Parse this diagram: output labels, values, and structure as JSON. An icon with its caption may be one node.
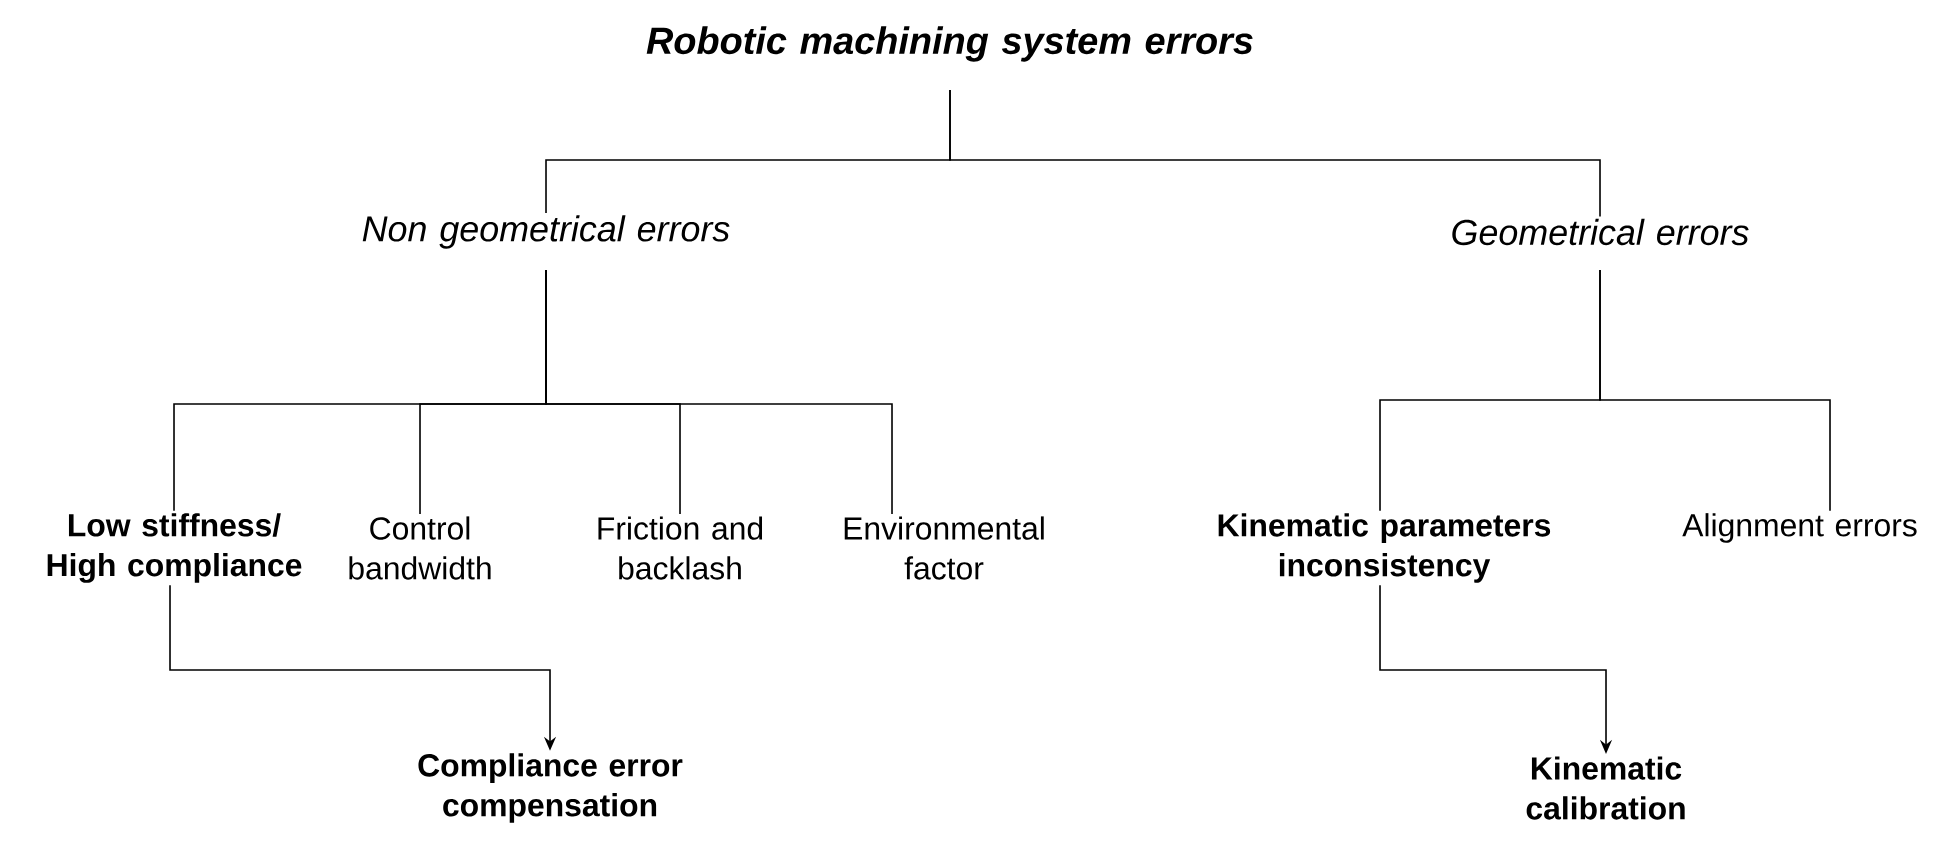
{
  "diagram": {
    "nodes": [
      {
        "text": [
          "Robotic machining system errors"
        ]
      },
      {
        "text": [
          "Non geometrical errors"
        ]
      },
      {
        "text": [
          "Geometrical errors"
        ]
      },
      {
        "text": [
          "Low stiffness/ High compliance"
        ]
      },
      {
        "text": [
          "Control bandwidth"
        ]
      },
      {
        "text": [
          "Friction and backlash"
        ]
      },
      {
        "text": [
          "Environmental factor"
        ]
      },
      {
        "text": [
          "Kinematic parameters inconsistency"
        ]
      },
      {
        "text": [
          "Alignment errors"
        ]
      },
      {
        "text": [
          "Compliance error compensation"
        ]
      },
      {
        "text": [
          "Kinematic calibration"
        ]
      }
    ],
    "edges": [
      {
        "from": 0,
        "to": 1,
        "arrow": "none"
      },
      {
        "from": 0,
        "to": 2,
        "arrow": "none"
      },
      {
        "from": 1,
        "to": 3,
        "arrow": "none"
      },
      {
        "from": 1,
        "to": 4,
        "arrow": "none"
      },
      {
        "from": 1,
        "to": 5,
        "arrow": "none"
      },
      {
        "from": 1,
        "to": 6,
        "arrow": "none"
      },
      {
        "from": 2,
        "to": 7,
        "arrow": "none"
      },
      {
        "from": 2,
        "to": 8,
        "arrow": "none"
      },
      {
        "from": 3,
        "to": 9,
        "arrow": "to"
      },
      {
        "from": 7,
        "to": 10,
        "arrow": "to"
      }
    ]
  }
}
